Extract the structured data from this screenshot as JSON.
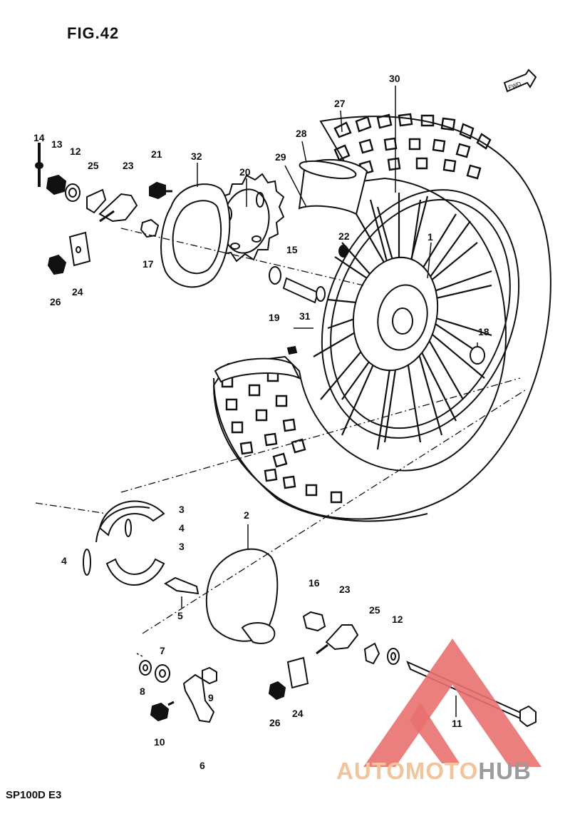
{
  "figure": {
    "title": "FIG.42",
    "model": "SP100D  E3"
  },
  "arrow_label": "FWD",
  "part_labels": [
    "14",
    "13",
    "12",
    "25",
    "23",
    "21",
    "32",
    "20",
    "28",
    "29",
    "27",
    "30",
    "26",
    "24",
    "17",
    "19",
    "15",
    "22",
    "31",
    "18",
    "1",
    "3",
    "4",
    "3",
    "4",
    "2",
    "16",
    "23",
    "25",
    "12",
    "5",
    "7",
    "8",
    "9",
    "10",
    "6",
    "26",
    "24",
    "11"
  ],
  "watermark": {
    "part1": "AUTOMOTO",
    "part2": "HUB",
    "color_triangle": "#e8716f",
    "color_text1": "#f2c49a",
    "color_text2": "#9b9b9b"
  }
}
